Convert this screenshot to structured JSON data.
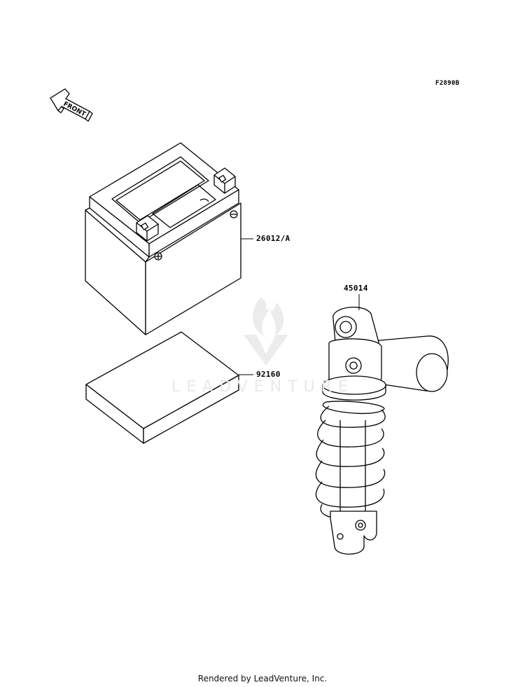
{
  "diagram_code": "F2890B",
  "front_label": "FRONT",
  "watermark": "LEADVENTURE",
  "parts": [
    {
      "part_number": "26012/A"
    },
    {
      "part_number": "92160"
    },
    {
      "part_number": "45014"
    }
  ],
  "footer": "Rendered by LeadVenture, Inc."
}
